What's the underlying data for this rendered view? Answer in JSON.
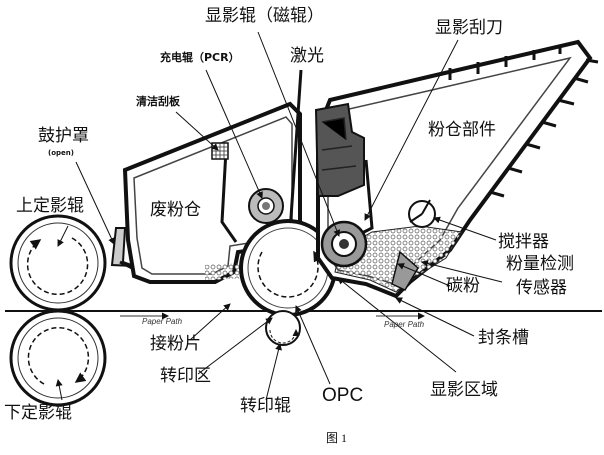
{
  "labels": {
    "developer_roller": "显影辊（磁辊）",
    "developer_blade": "显影刮刀",
    "charge_roller": "充电辊（PCR）",
    "laser": "激光",
    "cleaning_blade": "清洁刮板",
    "toner_unit": "粉仓部件",
    "drum_cover": "鼓护罩",
    "drum_cover_note": "(open)",
    "waste_toner": "废粉仓",
    "upper_fuser": "上定影辊",
    "agitator": "搅拌器",
    "toner_level_sensor_1": "粉量检测",
    "toner_level_sensor_2": "传感器",
    "toner": "碳粉",
    "paper_path_left": "Paper Path",
    "paper_path_right": "Paper Path",
    "seal_groove": "封条槽",
    "recovery_blade": "接粉片",
    "transfer_zone": "转印区",
    "opc": "OPC",
    "development_zone": "显影区域",
    "lower_fuser": "下定影辊",
    "transfer_roller": "转印辊",
    "caption": "图 1"
  }
}
